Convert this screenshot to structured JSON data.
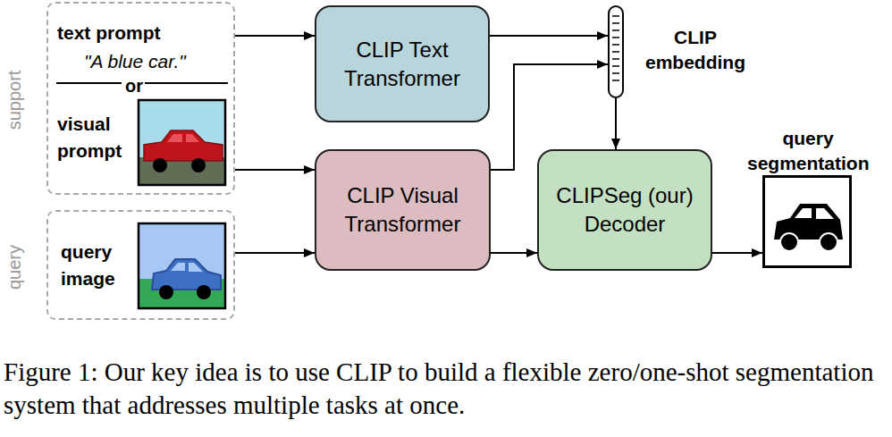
{
  "diagram": {
    "caption": "Figure 1: Our key idea is to use CLIP to build a flexible zero/one-shot segmentation system that addresses multiple tasks at once.",
    "nodes": [
      {
        "text": [
          "support",
          "text prompt",
          "\"A blue car.\"",
          "or",
          "visual prompt"
        ]
      },
      {
        "text": [
          "query",
          "query image"
        ]
      },
      {
        "text": [
          "CLIP Text Transformer"
        ]
      },
      {
        "text": [
          "CLIP Visual Transformer"
        ]
      },
      {
        "text": [
          "CLIP embedding"
        ]
      },
      {
        "text": [
          "CLIPSeg (our) Decoder"
        ]
      },
      {
        "text": [
          "query segmentation"
        ]
      }
    ],
    "edges": [
      {
        "from": 0,
        "to": 2,
        "arrow": "to"
      },
      {
        "from": 2,
        "to": 4,
        "arrow": "to"
      },
      {
        "from": 0,
        "to": 3,
        "arrow": "to"
      },
      {
        "from": 3,
        "to": 4,
        "arrow": "to"
      },
      {
        "from": 1,
        "to": 3,
        "arrow": "to"
      },
      {
        "from": 3,
        "to": 5,
        "arrow": "to"
      },
      {
        "from": 4,
        "to": 5,
        "arrow": "to"
      },
      {
        "from": 5,
        "to": 6,
        "arrow": "to"
      }
    ]
  }
}
